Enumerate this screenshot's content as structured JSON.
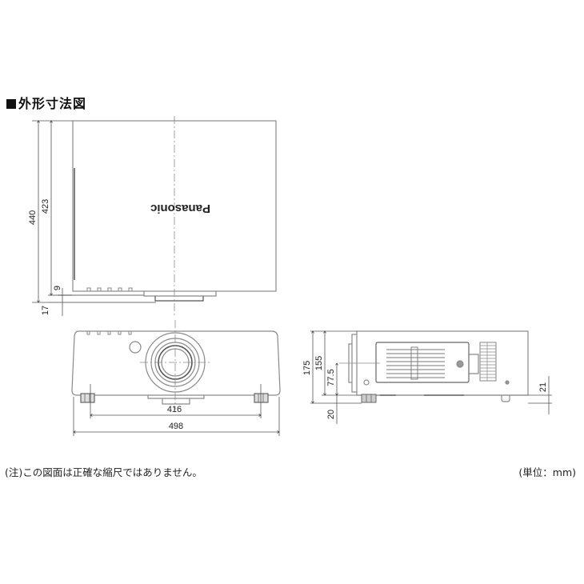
{
  "title": "外形寸法図",
  "note": "(注)この図面は正確な縮尺ではありません。",
  "unit": "(単位：mm)",
  "top_view": {
    "brand_label": "Panasonic",
    "dimensions": {
      "total_depth": "440",
      "body_depth": "423",
      "lens_protrusion": "9",
      "lens_offset": "17"
    }
  },
  "front_view": {
    "dimensions": {
      "foot_span": "416",
      "total_width": "498"
    }
  },
  "side_view": {
    "dimensions": {
      "total_height": "175",
      "body_height": "155",
      "lens_center_height": "77.5",
      "foot_height": "20",
      "rear_foot_height": "21"
    }
  },
  "colors": {
    "line": "#8a8a8a",
    "dark_line": "#555555",
    "text": "#222222"
  }
}
